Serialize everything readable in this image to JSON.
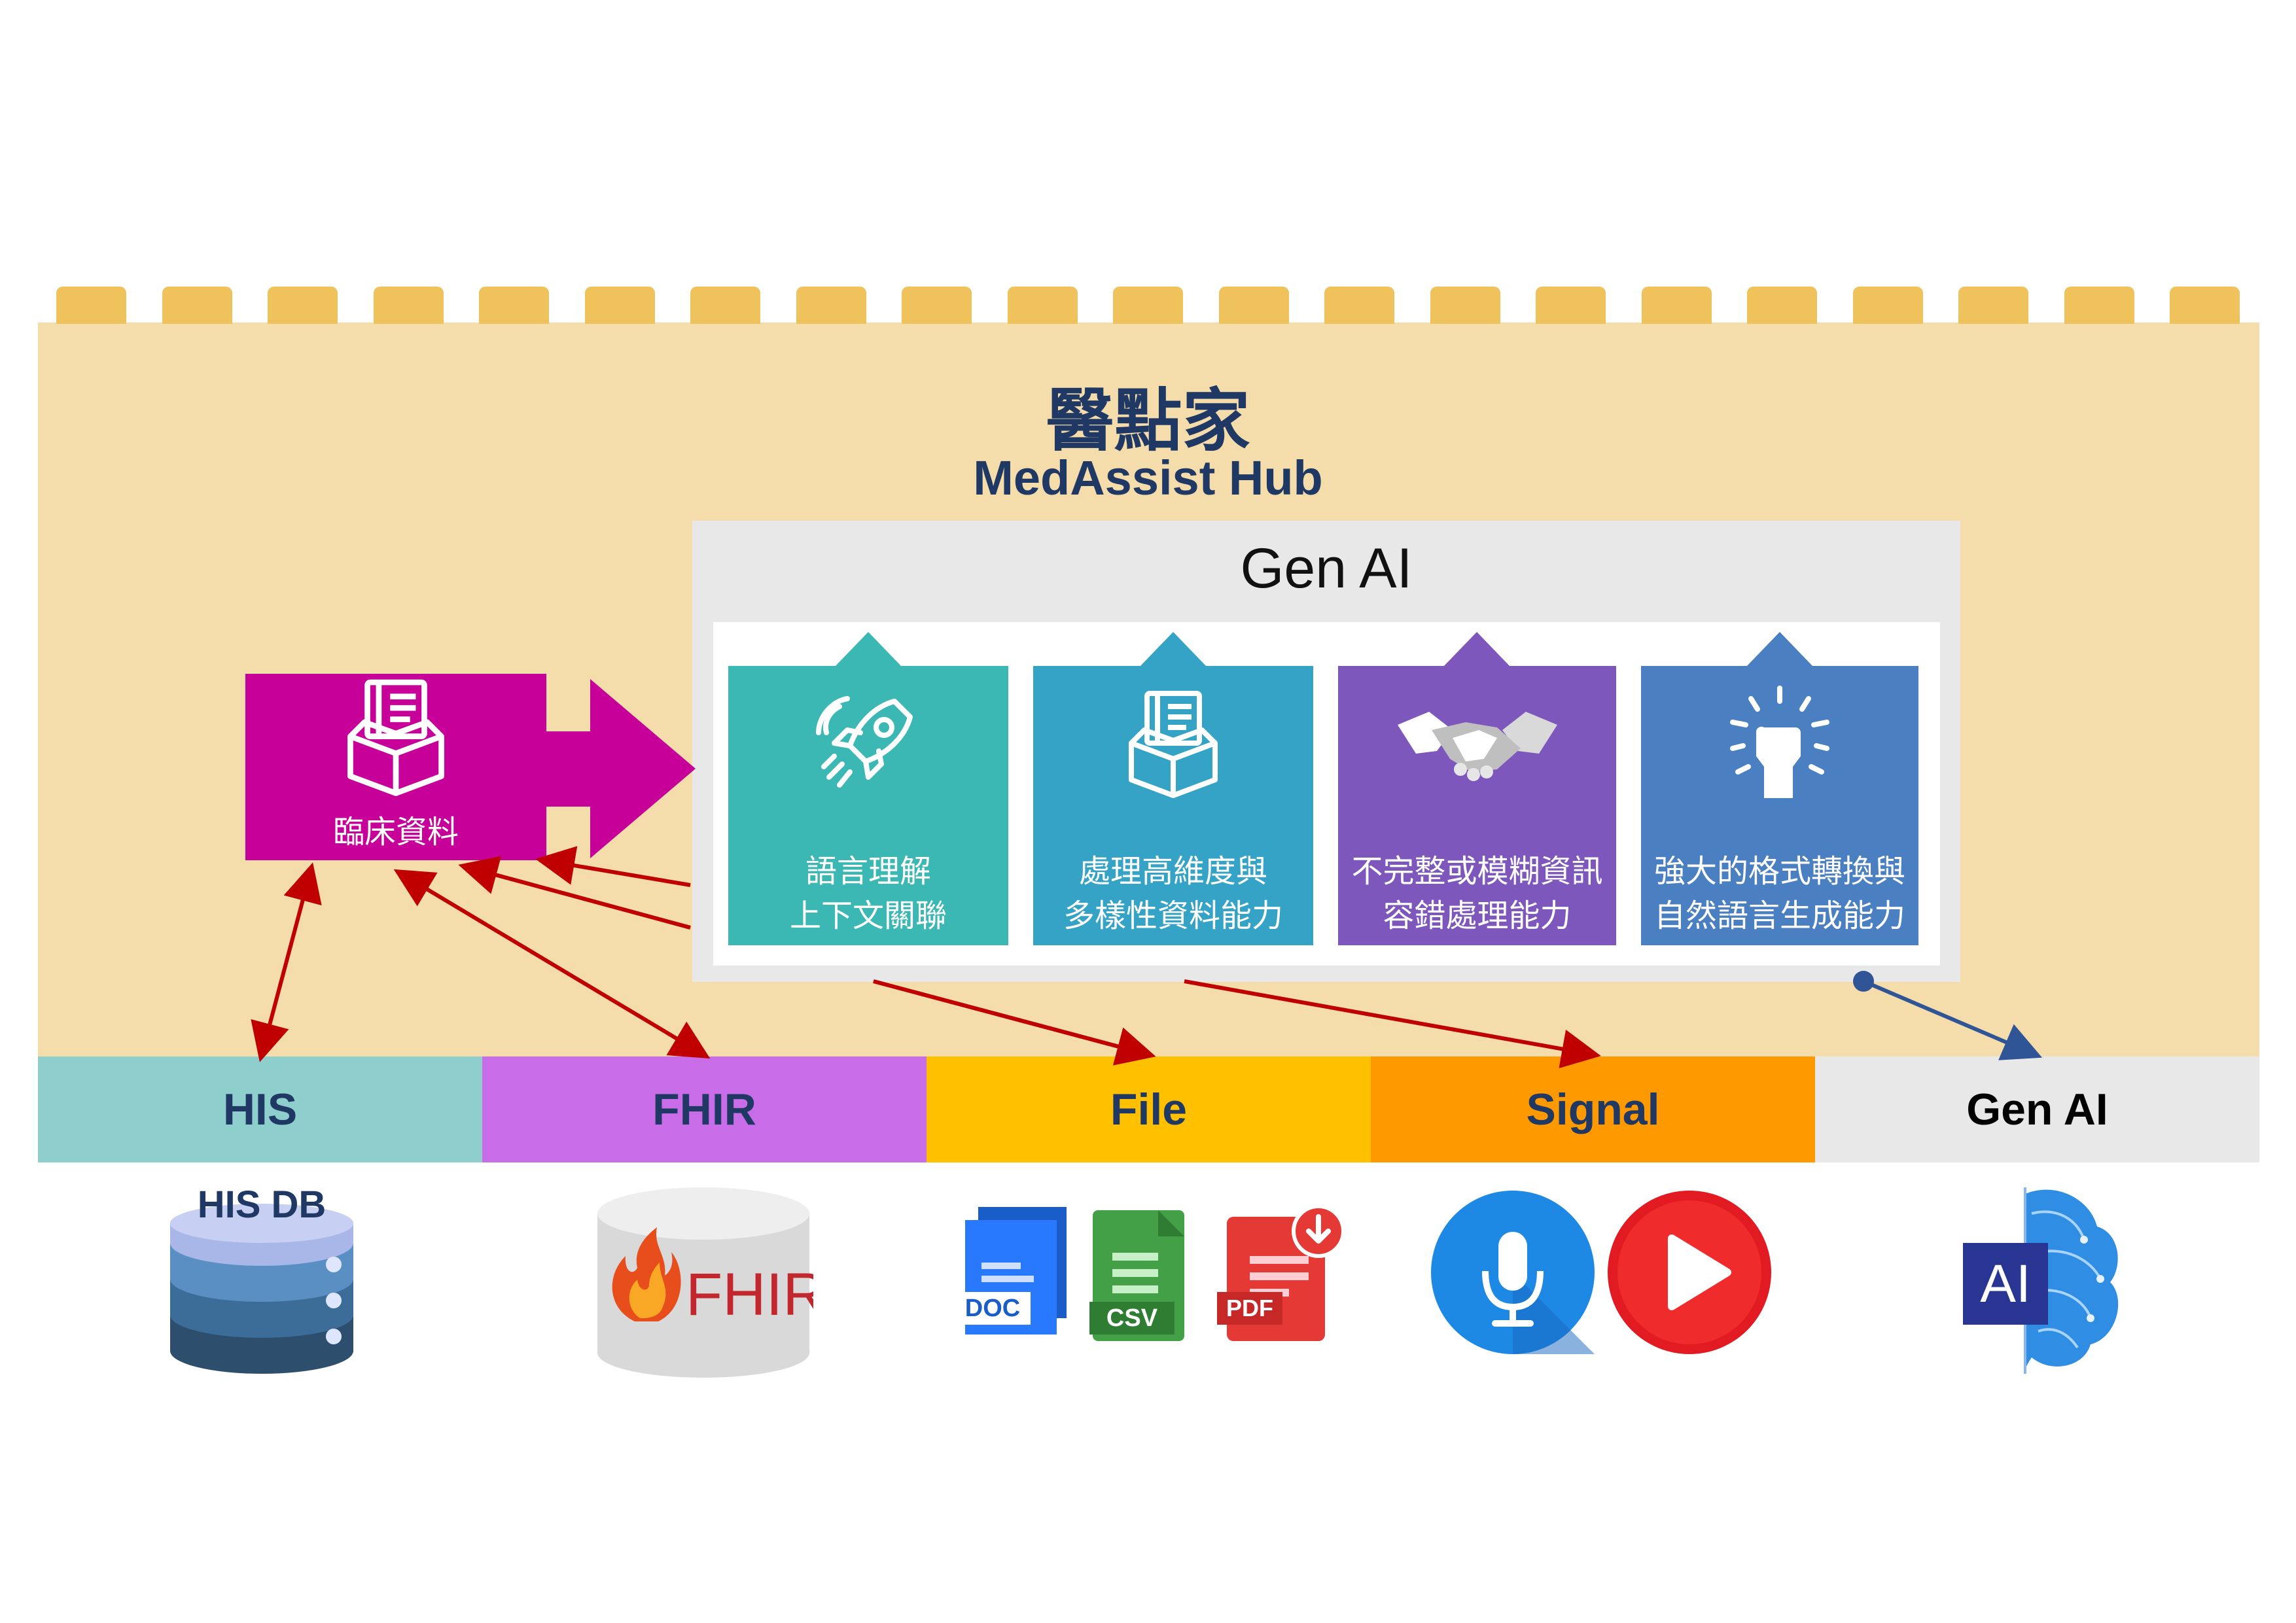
{
  "hub": {
    "title_zh": "醫點家",
    "title_en": "MedAssist Hub"
  },
  "genai_panel": {
    "title": "Gen AI"
  },
  "cards": [
    {
      "text": "語言理解\n上下文關聯",
      "color": "#3cb8b4",
      "icon": "rocket-icon"
    },
    {
      "text": "處理高維度與\n多樣性資料能力",
      "color": "#35a3c6",
      "icon": "data-box-icon"
    },
    {
      "text": "不完整或模糊資訊\n容錯處理能力",
      "color": "#7e57bd",
      "icon": "handshake-icon"
    },
    {
      "text": "強大的格式轉換與\n自然語言生成能力",
      "color": "#4a7fc1",
      "icon": "raised-fist-icon"
    }
  ],
  "clinical": {
    "label": "臨床資料",
    "color": "#c8009a",
    "icon": "data-box-icon"
  },
  "categories": [
    {
      "label": "HIS",
      "color": "#8ecfce"
    },
    {
      "label": "FHIR",
      "color": "#c86ce8"
    },
    {
      "label": "File",
      "color": "#ffc000"
    },
    {
      "label": "Signal",
      "color": "#ff9900"
    },
    {
      "label": "Gen AI",
      "color": "#e8e8e8"
    }
  ],
  "sources": {
    "his_db": "HIS DB",
    "fhir_logo": "FHIR",
    "files": [
      "DOC",
      "CSV",
      "PDF"
    ],
    "ai_badge": "AI"
  },
  "colors": {
    "arrow_red": "#c00000",
    "arrow_blue": "#2f5597"
  }
}
